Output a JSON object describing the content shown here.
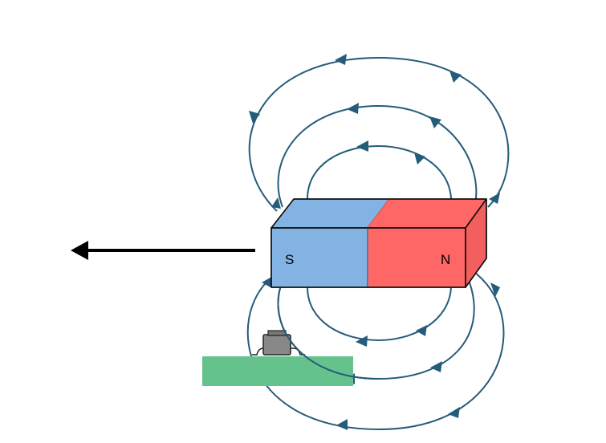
{
  "magnet": {
    "south_label": "S",
    "north_label": "N",
    "south_color": "#82b3e2",
    "north_color": "#ff6666",
    "north_side_color": "#f35f5f"
  },
  "field_line_color": "#245c7a",
  "pcb_color": "#66c28d",
  "sensor_color": "#888888",
  "motion_arrow": {
    "direction": "left",
    "color": "#000000"
  },
  "icons": [
    "left-arrow-icon",
    "field-arrow-icon",
    "sensor-chip-icon"
  ]
}
